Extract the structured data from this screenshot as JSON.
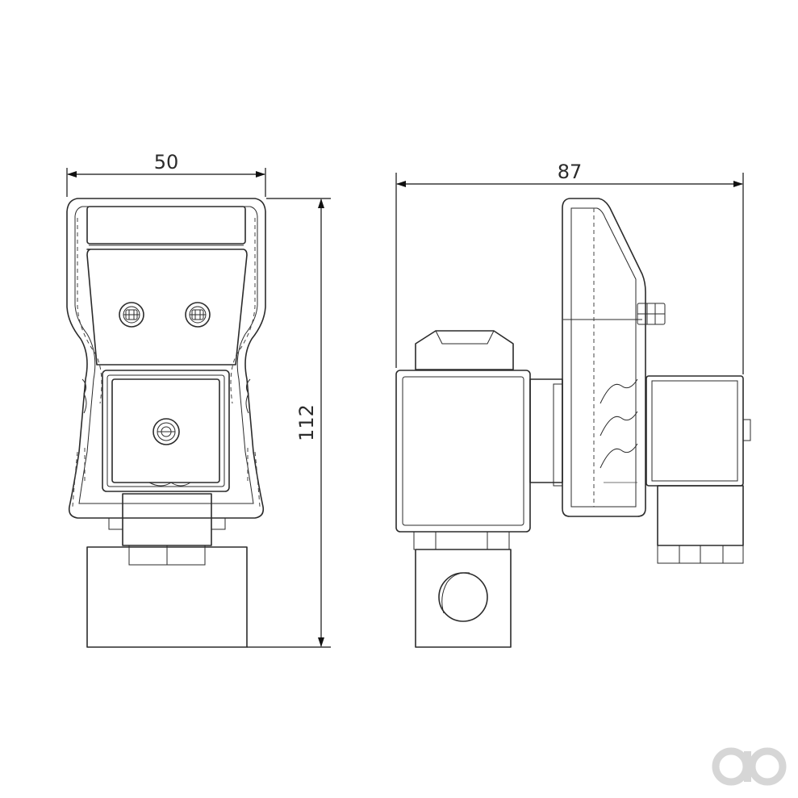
{
  "drawing": {
    "dimensions": {
      "front_width": "50",
      "side_width": "87",
      "height": "112"
    },
    "watermark_logo": "ao"
  }
}
